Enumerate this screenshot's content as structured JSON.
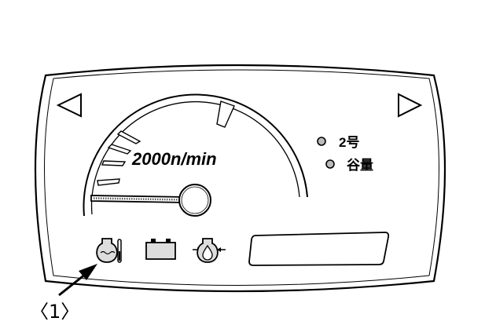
{
  "gauge": {
    "rpm_label": "2000n/min"
  },
  "indicators": [
    {
      "label": "2号"
    },
    {
      "label": "谷量"
    }
  ],
  "callout": {
    "label": "〈1〉"
  },
  "icons": {
    "left": "left-triangle-icon",
    "right": "right-triangle-icon",
    "coolant": "coolant-temperature-icon",
    "battery": "battery-icon",
    "oil": "oil-pressure-icon"
  }
}
